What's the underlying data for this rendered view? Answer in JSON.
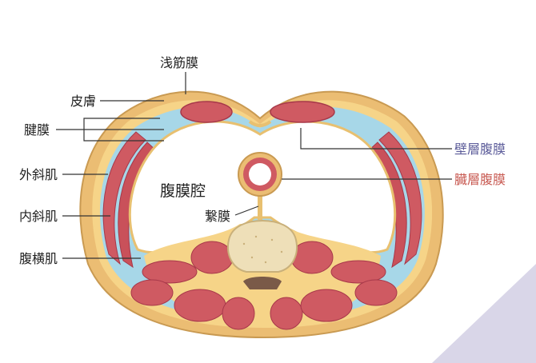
{
  "labels": {
    "superficial_fascia": "浅筋膜",
    "skin": "皮膚",
    "aponeurosis": "腱膜",
    "external_oblique": "外斜肌",
    "internal_oblique": "内斜肌",
    "transversus_abdominis": "腹横肌",
    "parietal_peritoneum": "壁層腹膜",
    "visceral_peritoneum": "臓層腹膜",
    "peritoneal_cavity": "腹膜腔",
    "mesentery": "繋膜"
  },
  "colors": {
    "skin": "#ebbd73",
    "fat": "#f6d488",
    "muscle": "#cf5a62",
    "muscle_dark": "#a7384a",
    "fascia": "#9fd3e6",
    "bone": "#eedfb8",
    "parietal_label": "#5c5c9a",
    "visceral_label": "#c85a52",
    "corner": "#d9d6e8"
  }
}
